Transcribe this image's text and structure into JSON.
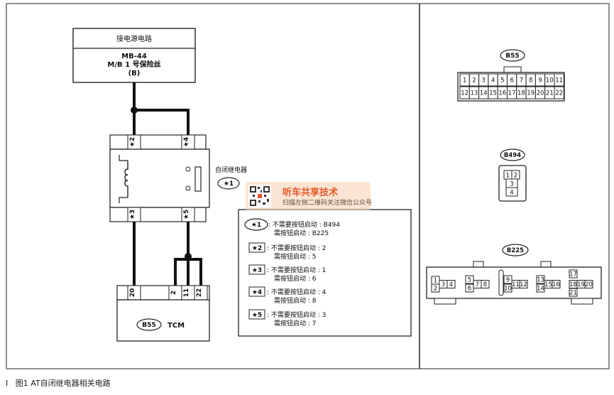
{
  "power": {
    "title": "接电源电路",
    "line1": "MB-44",
    "line2": "M/B 1 号保险丝",
    "line3": "(B)"
  },
  "relay": {
    "label": "自闭继电器",
    "callout": "★1",
    "pins_top": [
      "★2",
      "★4"
    ],
    "pins_bottom": [
      "★3",
      "★5"
    ]
  },
  "tcm": {
    "pins": [
      "20",
      "2",
      "11",
      "22"
    ],
    "connector": "B55",
    "name": "TCM"
  },
  "legend": [
    {
      "tag": "★1",
      "l1": ": 不需要按钮启动 : B494",
      "l2": "需按钮启动 : B225"
    },
    {
      "tag": "★2",
      "l1": ": 不需要按钮启动 : 2",
      "l2": "需按钮启动 : 5"
    },
    {
      "tag": "★3",
      "l1": ": 不需要按钮启动 : 1",
      "l2": "需按钮启动 : 6"
    },
    {
      "tag": "★4",
      "l1": ": 不需要按钮启动 : 4",
      "l2": "需按钮启动 : 8"
    },
    {
      "tag": "★5",
      "l1": ": 不需要按钮启动 : 3",
      "l2": "需按钮启动 : 7"
    }
  ],
  "connectors": {
    "b55": {
      "name": "B55",
      "row1": [
        "1",
        "2",
        "3",
        "4",
        "5",
        "6",
        "7",
        "8",
        "9",
        "10",
        "11"
      ],
      "row2": [
        "12",
        "13",
        "14",
        "15",
        "16",
        "17",
        "18",
        "19",
        "20",
        "21",
        "22"
      ]
    },
    "b494": {
      "name": "B494",
      "row1": [
        "1",
        "2"
      ],
      "row2": [
        "3"
      ],
      "row3": [
        "4"
      ]
    },
    "b225": {
      "name": "B225",
      "pins": [
        "1",
        "2",
        "3",
        "4",
        "5",
        "6",
        "7",
        "8",
        "9",
        "10",
        "11",
        "12",
        "13",
        "14",
        "15",
        "16",
        "17",
        "18",
        "19",
        "20",
        "21"
      ]
    }
  },
  "watermark": {
    "title": "听车共享技术",
    "subtitle": "扫描左侧二维码关注微信公众号"
  },
  "caption": "图1   AT自闭继电器相关电路",
  "caption_marker": "I"
}
